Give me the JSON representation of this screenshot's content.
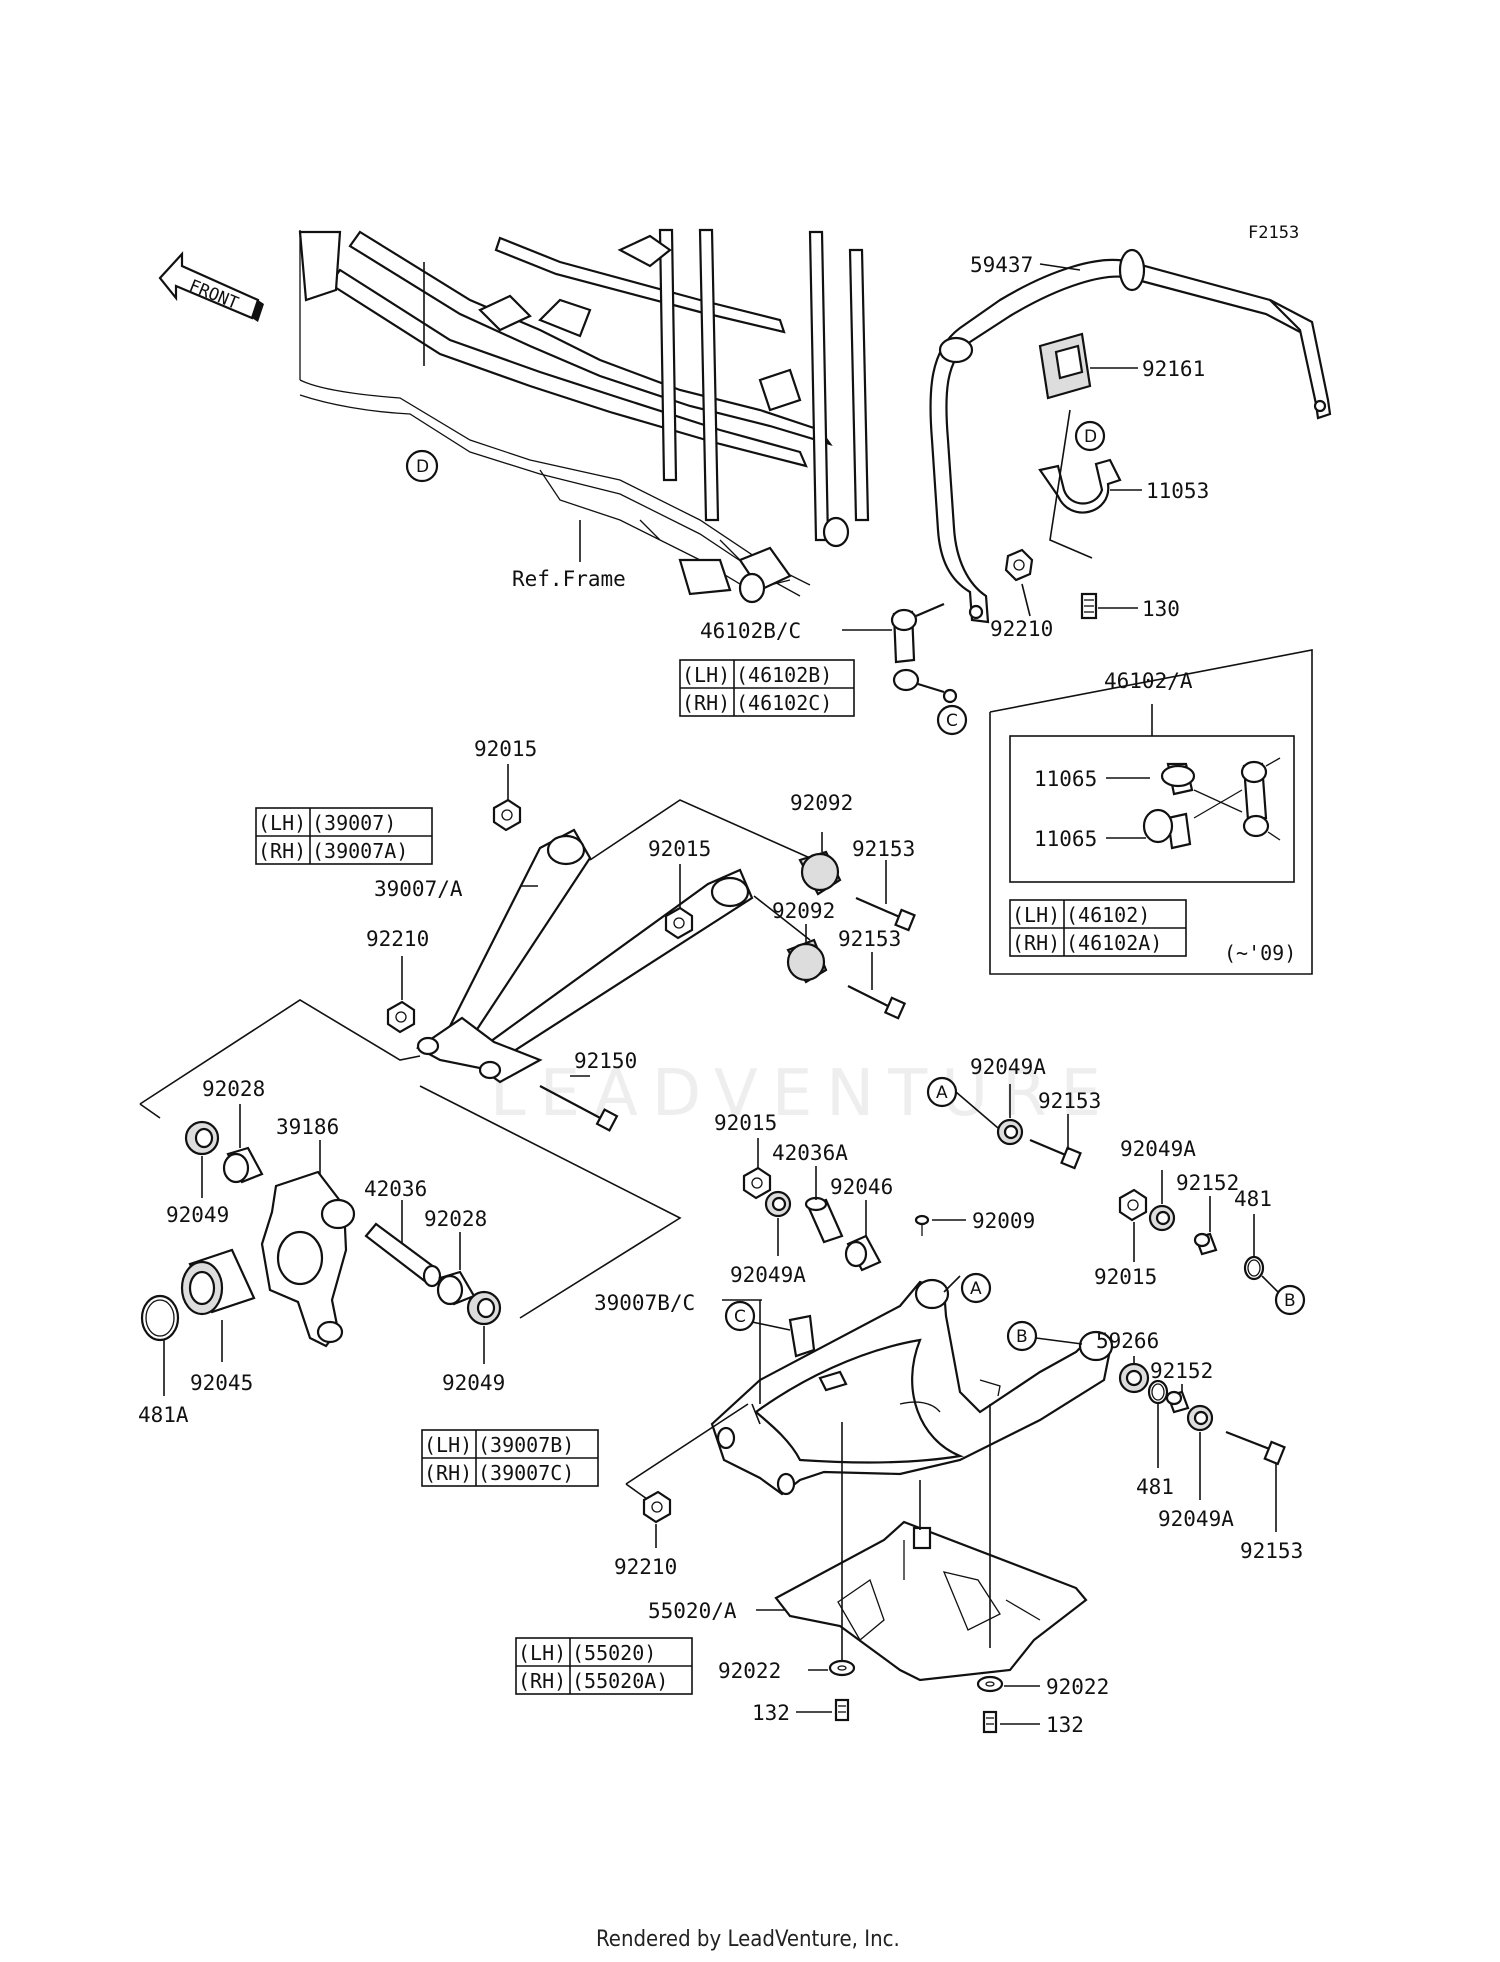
{
  "diagram_code": "F2153",
  "front_label": "FRONT",
  "ref_frame": "Ref.Frame",
  "watermark": "LEADVENTURE",
  "footer": "Rendered by LeadVenture, Inc.",
  "callouts": [
    "A",
    "B",
    "C",
    "D"
  ],
  "part_labels": {
    "p59437": "59437",
    "p92161": "92161",
    "p11053": "11053",
    "p130": "130",
    "p92210_top": "92210",
    "p46102bc": "46102B/C",
    "p46102a": "46102/A",
    "p11065_a": "11065",
    "p11065_b": "11065",
    "p92015_a": "92015",
    "p92092_a": "92092",
    "p92015_b": "92015",
    "p92153_a": "92153",
    "p39007a": "39007/A",
    "p92092_b": "92092",
    "p92210_mid": "92210",
    "p92153_b": "92153",
    "p92150": "92150",
    "p92049a_top": "92049A",
    "p92153_c": "92153",
    "p92028_a": "92028",
    "p39186": "39186",
    "p92015_c": "92015",
    "p42036a": "42036A",
    "p92046": "92046",
    "p92049a_r": "92049A",
    "p92009": "92009",
    "p92152_a": "92152",
    "p481_a": "481",
    "p92049_a": "92049",
    "p42036": "42036",
    "p92028_b": "92028",
    "p92049a_l": "92049A",
    "p92015_d": "92015",
    "p92049_b": "92049",
    "p92045": "92045",
    "p481a": "481A",
    "p59266": "59266",
    "p39007bc": "39007B/C",
    "p92152_b": "92152",
    "p481_b": "481",
    "p92049a_b": "92049A",
    "p92153_d": "92153",
    "p92210_bot": "92210",
    "p55020a": "55020/A",
    "p92022_a": "92022",
    "p92022_b": "92022",
    "p132_a": "132",
    "p132_b": "132"
  },
  "side_tables": {
    "link": [
      {
        "side": "(LH)",
        "part": "(46102B)"
      },
      {
        "side": "(RH)",
        "part": "(46102C)"
      }
    ],
    "upper_arm": [
      {
        "side": "(LH)",
        "part": "(39007)"
      },
      {
        "side": "(RH)",
        "part": "(39007A)"
      }
    ],
    "link_kit": [
      {
        "side": "(LH)",
        "part": "(46102)"
      },
      {
        "side": "(RH)",
        "part": "(46102A)"
      }
    ],
    "lower_arm": [
      {
        "side": "(LH)",
        "part": "(39007B)"
      },
      {
        "side": "(RH)",
        "part": "(39007C)"
      }
    ],
    "guard": [
      {
        "side": "(LH)",
        "part": "(55020)"
      },
      {
        "side": "(RH)",
        "part": "(55020A)"
      }
    ]
  },
  "kit_note": "(~'09)"
}
